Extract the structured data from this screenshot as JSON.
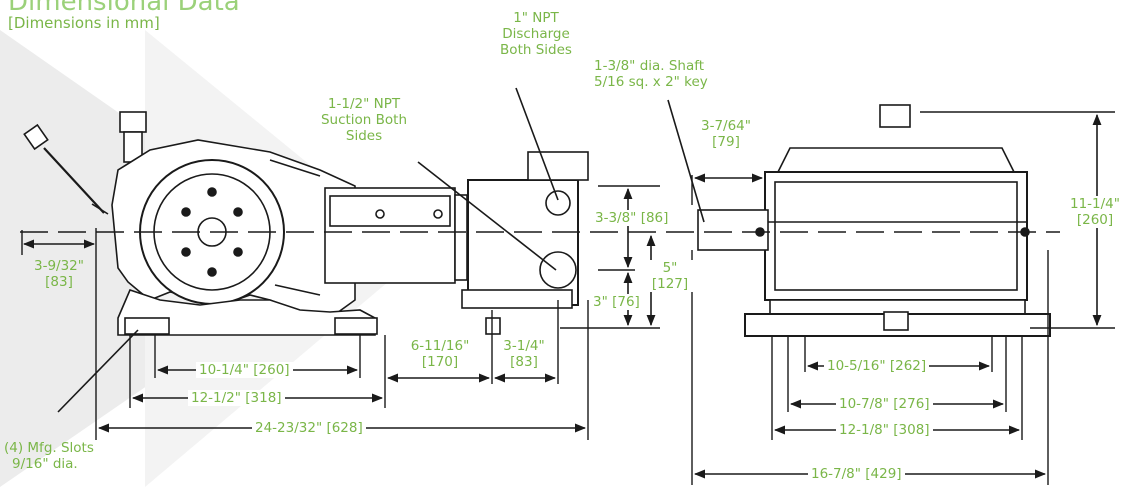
{
  "header": {
    "title": "Dimensional Data",
    "subtitle": "[Dimensions in mm]"
  },
  "callouts": {
    "discharge": [
      "1\" NPT",
      "Discharge",
      "Both Sides"
    ],
    "suction": [
      "1-1/2\" NPT",
      "Suction Both",
      "Sides"
    ],
    "shaft": [
      "1-3/8\" dia. Shaft",
      "5/16 sq. x 2\" key"
    ],
    "slots": [
      "(4) Mfg. Slots",
      "9/16\" dia."
    ]
  },
  "dimensions": {
    "shaft_len": [
      "3-7/64\"",
      "[79]"
    ],
    "height_total": [
      "11-1/4\"",
      "[260]"
    ],
    "overhang": [
      "3-9/32\"",
      "[83]"
    ],
    "center_upper": "3-3/8\" [86]",
    "center_total": [
      "5\"",
      "[127]"
    ],
    "center_lower": "3\" [76]",
    "side_10_14": "10-1/4\" [260]",
    "side_12_12": "12-1/2\" [318]",
    "side_6_11_16": [
      "6-11/16\"",
      "[170]"
    ],
    "side_3_14": [
      "3-1/4\"",
      "[83]"
    ],
    "overall_length": "24-23/32\" [628]",
    "end_10_5_16": "10-5/16\" [262]",
    "end_10_7_8": "10-7/8\" [276]",
    "end_12_1_8": "12-1/8\" [308]",
    "end_16_7_8": "16-7/8\" [429]"
  },
  "colors": {
    "dimension_text": "#7ab648",
    "line": "#1a1a1a",
    "watermark": "#ececec"
  }
}
